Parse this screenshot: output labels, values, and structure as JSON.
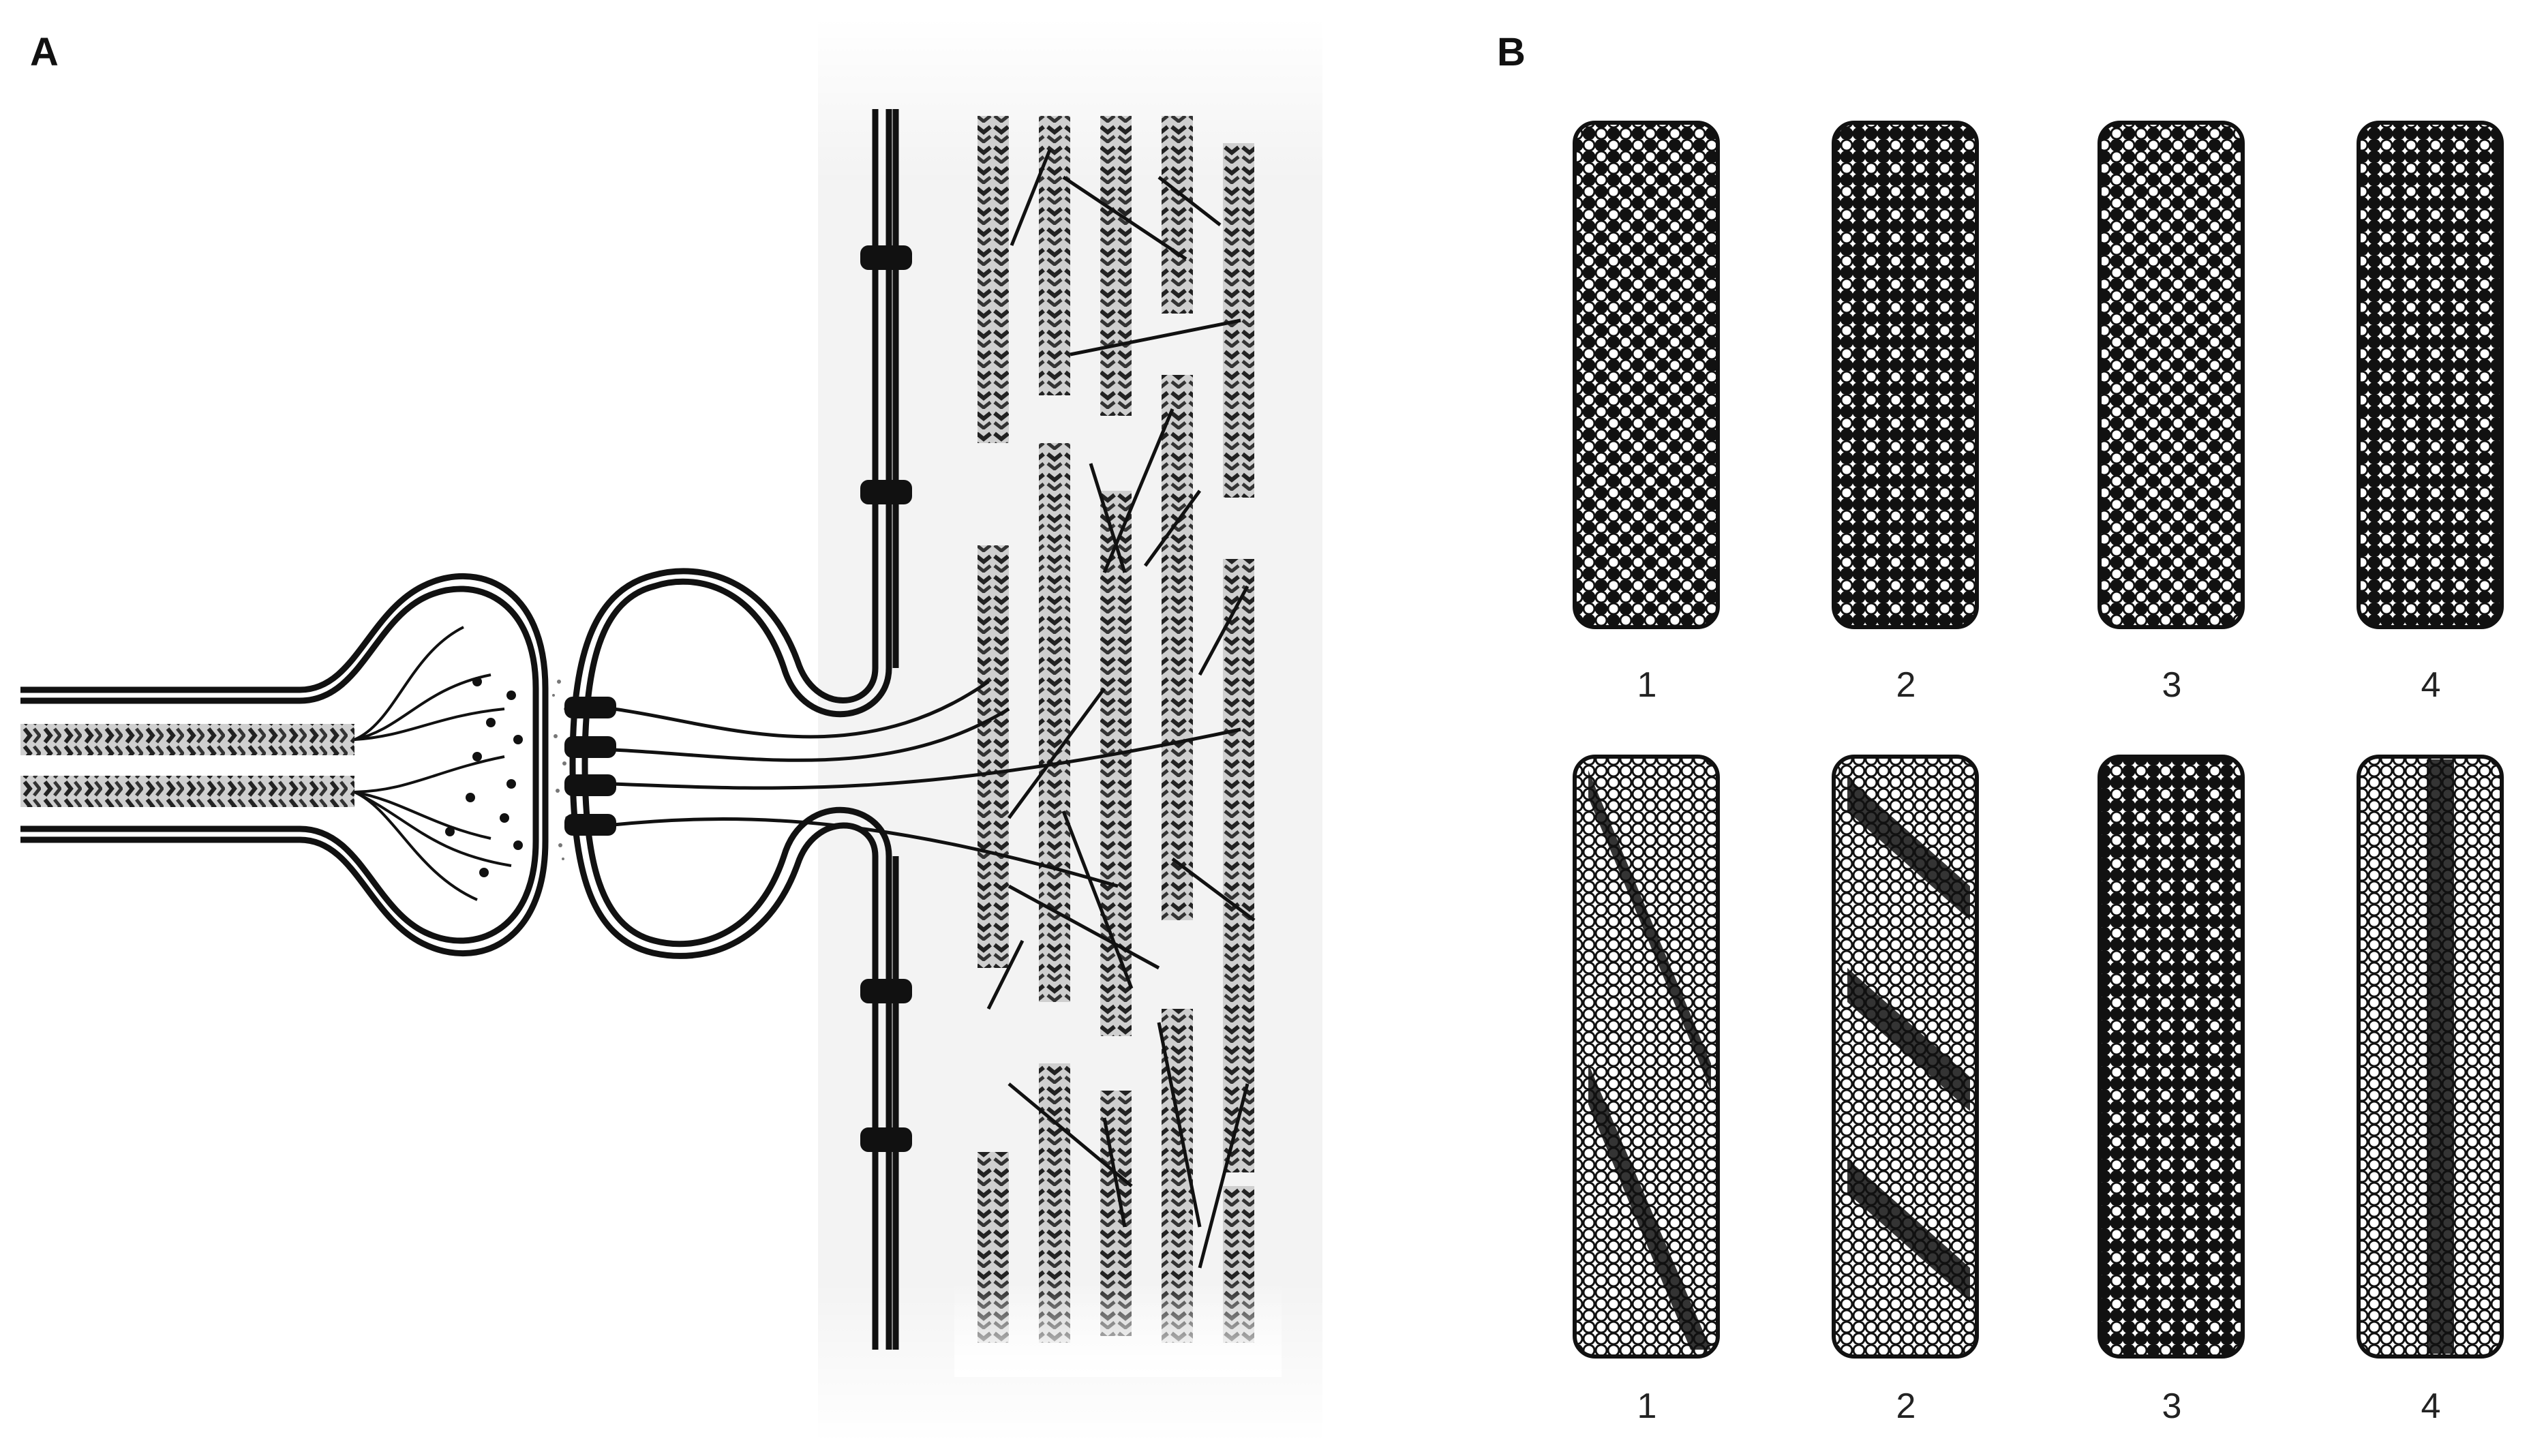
{
  "panels": {
    "a": {
      "label": "A"
    },
    "b": {
      "label": "B"
    }
  },
  "microtubule_rows": [
    {
      "row": "top",
      "numbers": [
        "1",
        "2",
        "3",
        "4"
      ]
    },
    {
      "row": "bottom",
      "numbers": [
        "1",
        "2",
        "3",
        "4"
      ]
    }
  ],
  "colors": {
    "ink": "#111111",
    "gray_band": "#cfcfcf",
    "background_panel": "#f2f2f2",
    "white": "#ffffff"
  }
}
